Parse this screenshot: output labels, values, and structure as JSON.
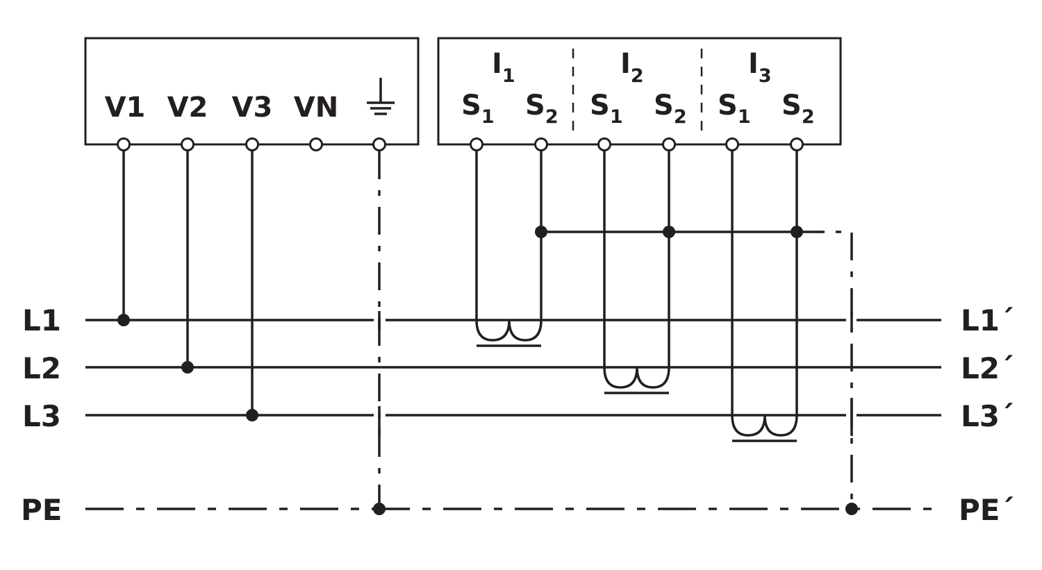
{
  "voltage_terminals": [
    "V1",
    "V2",
    "V3",
    "VN"
  ],
  "ground_symbol_icon": "earth-ground-icon",
  "current_groups": [
    {
      "main": "I",
      "sub": "1",
      "terminals": [
        {
          "main": "S",
          "sub": "1"
        },
        {
          "main": "S",
          "sub": "2"
        }
      ]
    },
    {
      "main": "I",
      "sub": "2",
      "terminals": [
        {
          "main": "S",
          "sub": "1"
        },
        {
          "main": "S",
          "sub": "2"
        }
      ]
    },
    {
      "main": "I",
      "sub": "3",
      "terminals": [
        {
          "main": "S",
          "sub": "1"
        },
        {
          "main": "S",
          "sub": "2"
        }
      ]
    }
  ],
  "lines_left": [
    "L1",
    "L2",
    "L3",
    "PE"
  ],
  "lines_right": [
    "L1´",
    "L2´",
    "L3´",
    "PE´"
  ],
  "colors": {
    "ink": "#231f20",
    "background": "#ffffff"
  }
}
